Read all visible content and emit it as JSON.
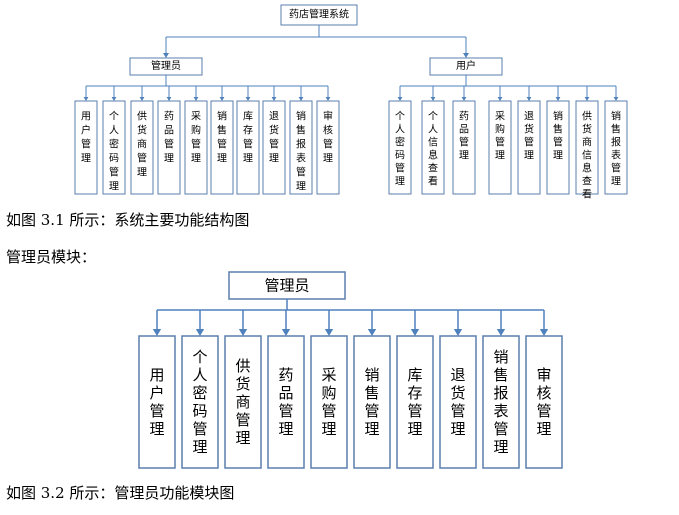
{
  "figure1": {
    "root": "药店管理系统",
    "admin": {
      "label": "管理员",
      "children": [
        "用户管理",
        "个人密码管理",
        "供货商管理",
        "药品管理",
        "采购管理",
        "销售管理",
        "库存管理",
        "退货管理",
        "销售报表管理",
        "审核管理"
      ]
    },
    "user": {
      "label": "用户",
      "children": [
        "个人密码管理",
        "个人信息查看",
        "药品管理",
        "采购管理",
        "退货管理",
        "销售管理",
        "供货商信息查看",
        "销售报表管理"
      ]
    }
  },
  "caption1": "如图 3.1 所示：系统主要功能结构图",
  "section_label": "管理员模块：",
  "figure2": {
    "root": "管理员",
    "children": [
      "用户管理",
      "个人密码管理",
      "供货商管理",
      "药品管理",
      "采购管理",
      "销售管理",
      "库存管理",
      "退货管理",
      "销售报表管理",
      "审核管理"
    ]
  },
  "caption2": "如图 3.2 所示：管理员功能模块图",
  "colors": {
    "line": "#4f81bd",
    "box_border": "#5b7fae",
    "box_fill": "#ffffff"
  }
}
